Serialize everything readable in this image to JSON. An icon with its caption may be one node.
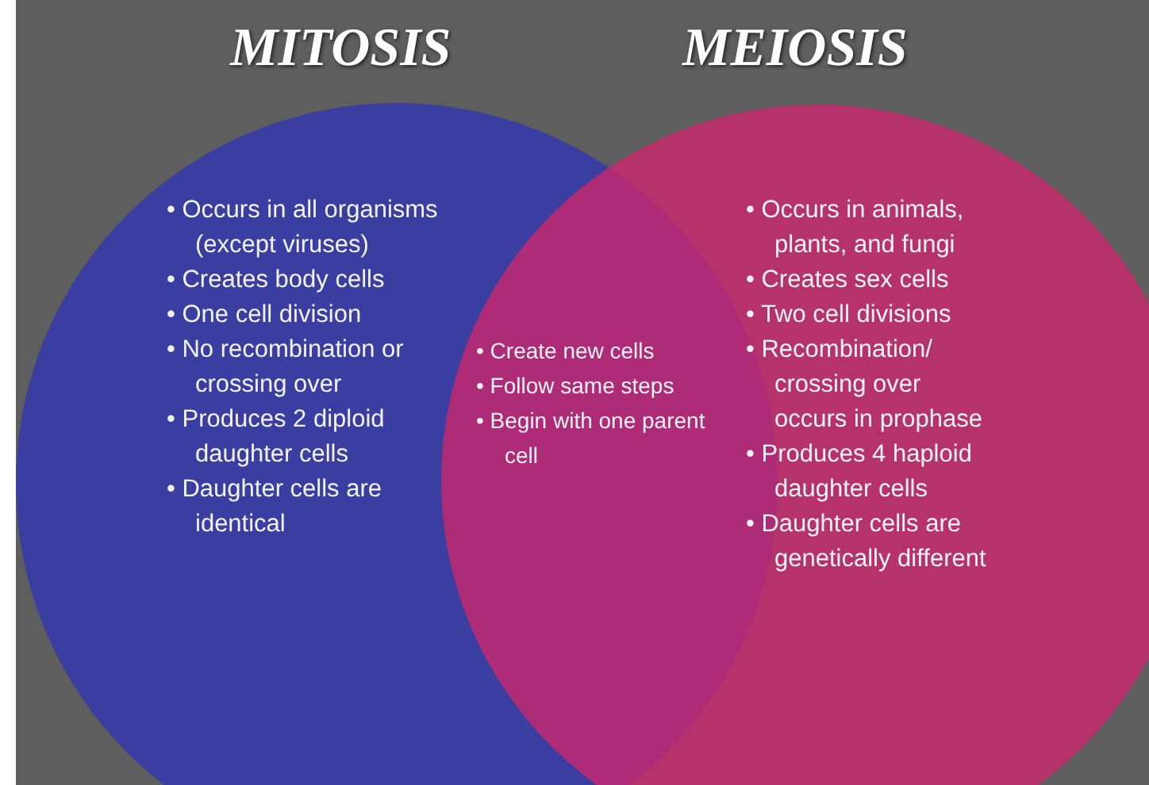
{
  "diagram": {
    "nodes": [
      {
        "text": [
          "MITOSIS",
          "• Occurs in all organisms (except viruses)",
          "• Creates body cells",
          "• One cell division",
          "• No recombination or crossing over",
          "• Produces 2 diploid daughter cells",
          "• Daughter cells are identical"
        ]
      },
      {
        "text": [
          "MEIOSIS",
          "• Occurs in animals, plants, and fungi",
          "• Creates sex cells",
          "• Two cell divisions",
          "• Recombination/ crossing over occurs in prophase",
          "• Produces 4 haploid daughter cells",
          "• Daughter cells are genetically different"
        ]
      },
      {
        "text": [
          "• Create new cells",
          "• Follow same steps",
          "• Begin with one parent cell"
        ]
      }
    ]
  }
}
